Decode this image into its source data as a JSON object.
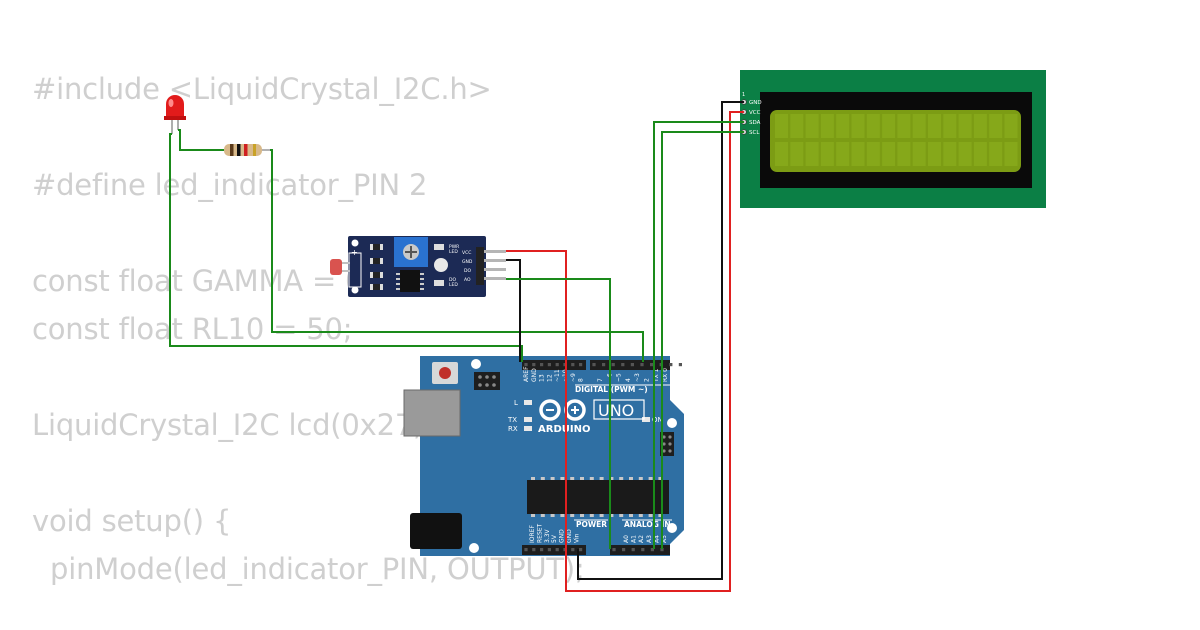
{
  "code_lines": [
    "#include <LiquidCrystal_I2C.h>",
    "",
    "#define led_indicator_PIN 2",
    "",
    "const float GAMMA = 0.7;",
    "const float RL10 = 50;",
    "",
    "LiquidCrystal_I2C lcd(0x27, 16, 2);",
    "",
    "void setup() {",
    "  pinMode(led_indicator_PIN, OUTPUT);"
  ],
  "lcd": {
    "pin_labels": [
      "GND",
      "VCC",
      "SDA",
      "SCL"
    ],
    "pin_one_label": "1"
  },
  "ldr_module": {
    "pin_labels": [
      "VCC",
      "GND",
      "DO",
      "AO"
    ],
    "left_labels": [
      "+",
      "-"
    ],
    "led_labels": [
      "PWR",
      "LED",
      "DO",
      "LED"
    ]
  },
  "arduino": {
    "brand": "ARDUINO",
    "model": "UNO",
    "digital_label": "DIGITAL (PWM ~)",
    "power_label": "POWER",
    "analog_label": "ANALOG IN",
    "indicator_labels": [
      "L",
      "TX",
      "RX",
      "ON"
    ],
    "top_pin_labels": [
      "AREF",
      "GND",
      "13",
      "12",
      "~11",
      "~10",
      "~9",
      "8",
      "7",
      "~6",
      "~5",
      "4",
      "~3",
      "2",
      "TX 1",
      "RX 0"
    ],
    "power_pin_labels": [
      "IOREF",
      "RESET",
      "3.3V",
      "5V",
      "GND",
      "GND",
      "Vin"
    ],
    "analog_pin_labels": [
      "A0",
      "A1",
      "A2",
      "A3",
      "A4",
      "A5"
    ]
  },
  "colors": {
    "wire_green": "#1a8a1a",
    "wire_red": "#e02020",
    "wire_black": "#111111",
    "board_blue": "#2f6fa3",
    "lcd_pcb": "#0b7f45",
    "lcd_screen": "#7c9c14",
    "module_pcb": "#1c2a55"
  }
}
